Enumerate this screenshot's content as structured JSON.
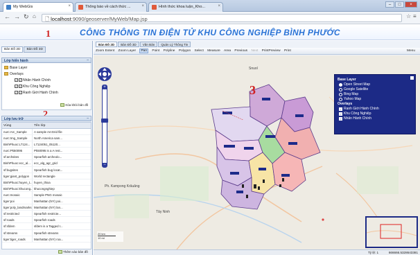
{
  "browser": {
    "tabs": [
      {
        "title": "My WebGis",
        "active": true
      },
      {
        "title": "Thông báo về cách thức ...",
        "active": false
      },
      {
        "title": "Hình thức khoa luận_Kho...",
        "active": false
      }
    ],
    "url_host": "localhost",
    "url_rest": ":9090/geoserver/MyWeb/Map.jsp"
  },
  "banner": {
    "title": "CÔNG THÔNG TIN ĐIỆN TỬ KHU CÔNG NGHIỆP BÌNH PHƯỚC"
  },
  "annotations": {
    "n1": "1",
    "n2": "2",
    "n3": "3"
  },
  "left": {
    "tabs": [
      "Bản Đồ 2D",
      "Bản Đồ 3D"
    ],
    "layer_panel": {
      "title": "Lớp hiển hành",
      "base": "Base Layer",
      "overlays": "Overlays",
      "items": [
        "Nhãn Hành Chính",
        "Khu Công Nghiệp",
        "Ranh Giới Hành Chính"
      ],
      "clear_btn": "Xóa khỏi bản đồ"
    },
    "store_panel": {
      "title": "Lớp lưu trữ",
      "headers": [
        "Vùng",
        "Tên lớp"
      ],
      "rows": [
        [
          "nurc:Arc_Sample",
          "A sample ArcGrid file"
        ],
        [
          "nurc:Img_Sample",
          "North America sam..."
        ],
        [
          "BinhPhuoc:L7124...",
          "L7124051_05120..."
        ],
        [
          "nurc:Pk50095",
          "Pk50095 is a A rest..."
        ],
        [
          "sf:archsites",
          "Spearfish archeolo..."
        ],
        [
          "BinhPhuoc:ecc_al...",
          "ecc_alg_agr_grid"
        ],
        [
          "sf:bugsites",
          "Spearfish bug locat..."
        ],
        [
          "tiger:giant_polygon",
          "World rectangle"
        ],
        [
          "BinhPhuoc:huyen_t...",
          "huyen_thixa"
        ],
        [
          "BinhPhuoc:khucong...",
          "khucongnghiep"
        ],
        [
          "nurc:mosaic",
          "Sample PNG mosaic"
        ],
        [
          "tiger:poi",
          "Manhattan (NY) poi..."
        ],
        [
          "tiger:poly_landmarks",
          "Manhattan (NY) lan..."
        ],
        [
          "sf:restricted",
          "Spearfish restricte..."
        ],
        [
          "sf:roads",
          "Spearfish roads"
        ],
        [
          "sf:sfdem",
          "sfdem is a Tagged I..."
        ],
        [
          "sf:streams",
          "Spearfish streams"
        ],
        [
          "tiger:tiger_roads",
          "Manhattan (NY) roa..."
        ]
      ],
      "add_btn": "Thêm vào bản đồ"
    }
  },
  "map": {
    "tabs": [
      "Bản Đồ 2D",
      "Bản Đồ 3D",
      "Văn Bản",
      "Quản Lý Thông Tin"
    ],
    "tools": [
      "Zoom Extent",
      "Zoom Layer",
      "Pan",
      "Point",
      "Polyline",
      "Polygon",
      "Select",
      "Measure",
      "Area",
      "Previous",
      "Next",
      "PrintPreview",
      "Print"
    ],
    "menu": "Menu",
    "layer_switcher": {
      "base_title": "Base Layer",
      "base": [
        "Open Street Map",
        "Google Satellite",
        "Bing Map",
        "Yahoo Map"
      ],
      "overlay_title": "Overlays",
      "overlays": [
        "Ranh Giới Hành Chính",
        "Khu Công Nghiệp",
        "Nhãn Hành Chính"
      ]
    },
    "labels": {
      "kampong": "Ph. Kampong Krâuâng",
      "tayninh": "Tây Ninh",
      "snuol": "Snuol"
    },
    "scale": [
      "20 km",
      "10 mi"
    ],
    "status": {
      "zoom": "Tỷ lệ: 1",
      "coord": "666666.5328643381"
    }
  },
  "colors": {
    "accent": "#2a73d6",
    "switcher": "#1c2a86",
    "annotation": "#d02020"
  }
}
